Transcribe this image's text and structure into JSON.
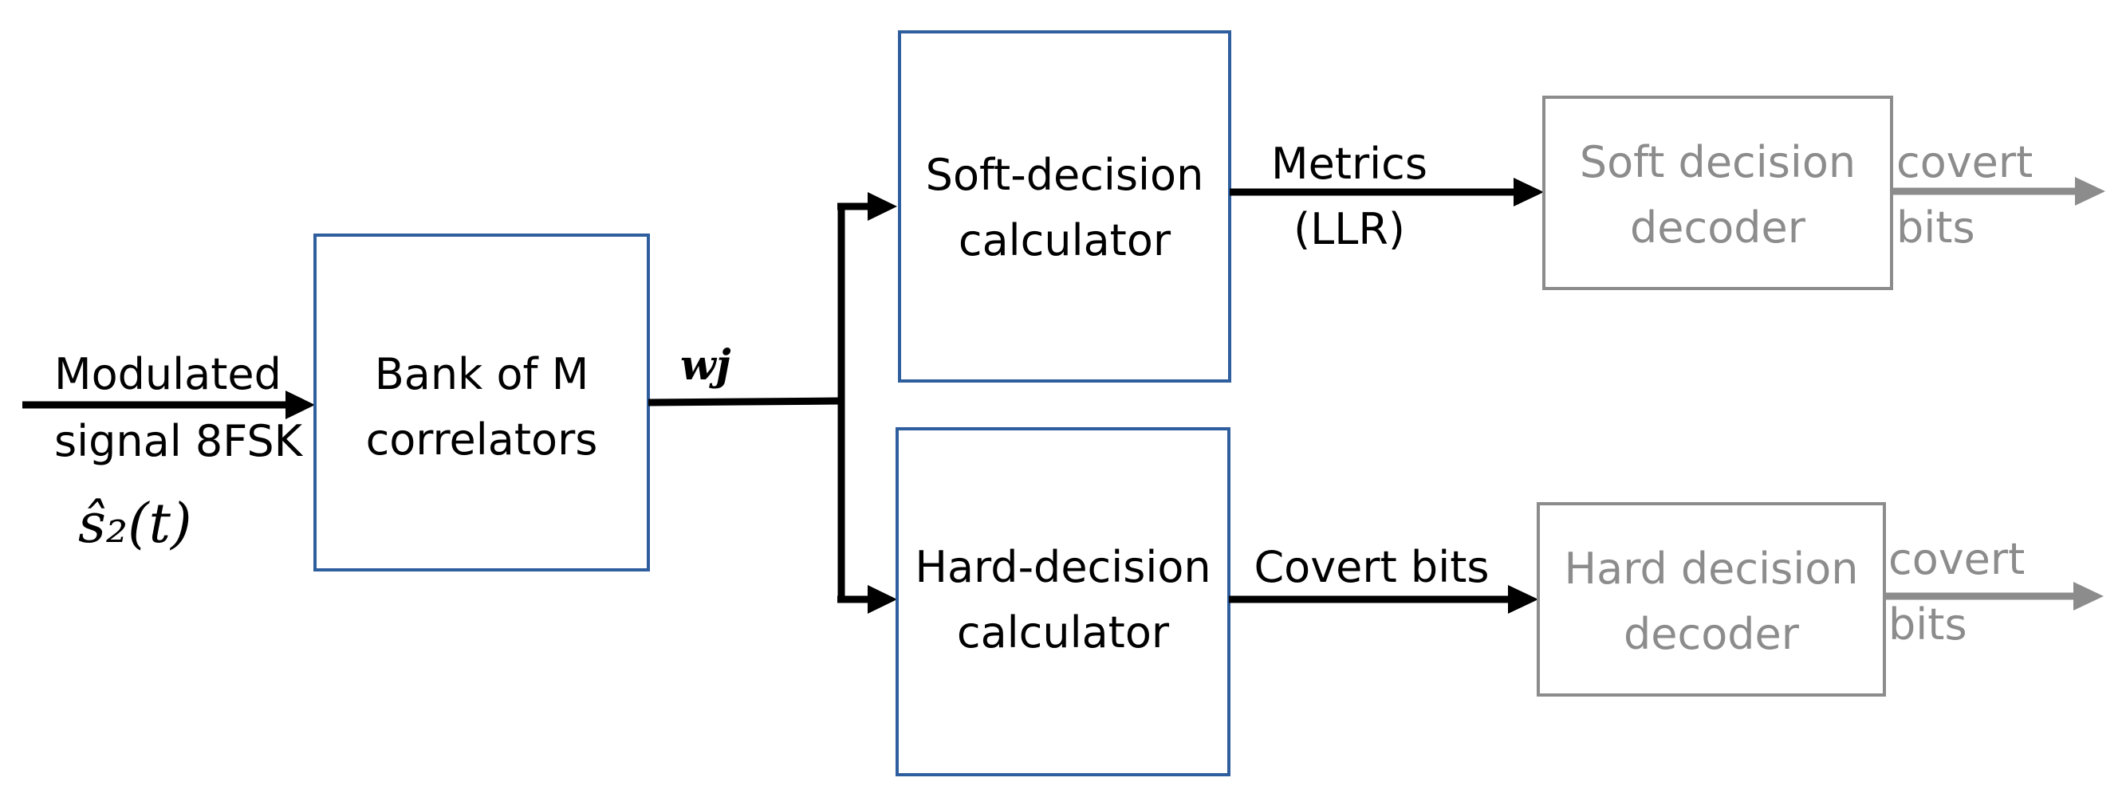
{
  "input": {
    "label_line1": "Modulated",
    "label_line2": "signal 8FSK",
    "symbol": "ŝ₂(t)"
  },
  "blocks": {
    "correlators": {
      "line1": "Bank of M",
      "line2": "correlators"
    },
    "soft_calc": {
      "line1": "Soft-decision",
      "line2": "calculator"
    },
    "hard_calc": {
      "line1": "Hard-decision",
      "line2": "calculator"
    },
    "soft_decoder": {
      "line1": "Soft decision",
      "line2": "decoder"
    },
    "hard_decoder": {
      "line1": "Hard decision",
      "line2": "decoder"
    }
  },
  "signals": {
    "wj": "wj",
    "metrics_line1": "Metrics",
    "metrics_line2": "(LLR)",
    "covert_bits": "Covert bits",
    "soft_out_line1": "covert",
    "soft_out_line2": "bits",
    "hard_out_line1": "covert",
    "hard_out_line2": "bits"
  },
  "colors": {
    "block_border": "#2e5e9e",
    "decoder_grey": "#8c8c8c",
    "wire": "#000000"
  }
}
